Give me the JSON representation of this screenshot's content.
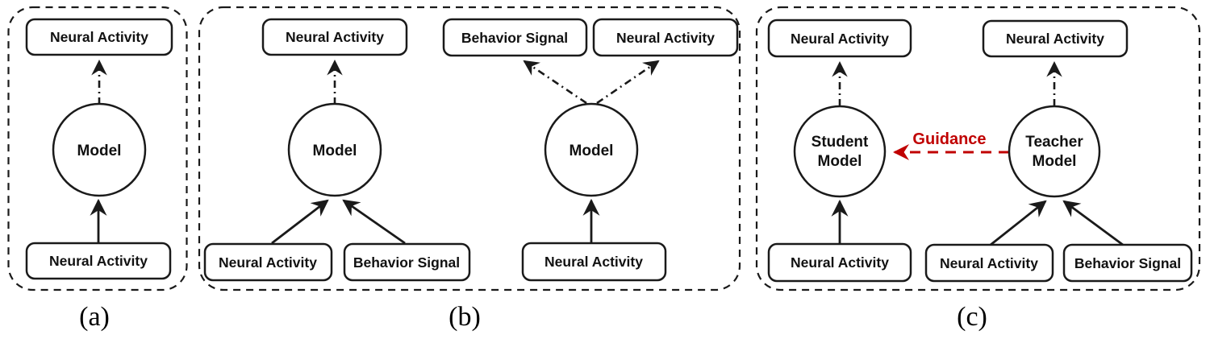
{
  "colors": {
    "stroke": "#1a1a1a",
    "text": "#111111",
    "guidance": "#c00000",
    "background": "#ffffff"
  },
  "panel_a": {
    "label": "(a)",
    "output_box": "Neural Activity",
    "model_label": "Model",
    "input_box": "Neural Activity"
  },
  "panel_b": {
    "label": "(b)",
    "encoder": {
      "output_box": "Neural Activity",
      "model_label": "Model",
      "input_boxes": [
        "Neural Activity",
        "Behavior Signal"
      ]
    },
    "decoder": {
      "output_boxes": [
        "Behavior Signal",
        "Neural Activity"
      ],
      "model_label": "Model",
      "input_box": "Neural Activity"
    }
  },
  "panel_c": {
    "label": "(c)",
    "student": {
      "output_box": "Neural Activity",
      "model_line1": "Student",
      "model_line2": "Model",
      "input_box": "Neural Activity"
    },
    "teacher": {
      "output_box": "Neural Activity",
      "model_line1": "Teacher",
      "model_line2": "Model",
      "input_boxes": [
        "Neural Activity",
        "Behavior Signal"
      ]
    },
    "guidance_label": "Guidance"
  }
}
